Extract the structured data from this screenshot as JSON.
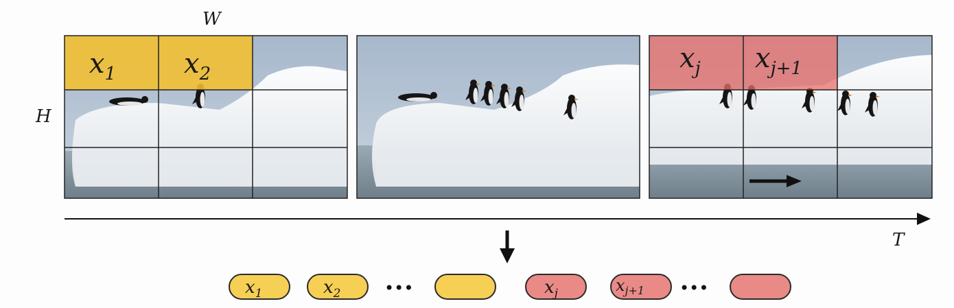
{
  "labels": {
    "width": "W",
    "height": "H",
    "time": "T"
  },
  "frames": [
    {
      "patches": [
        {
          "base": "x",
          "sub": "1"
        },
        {
          "base": "x",
          "sub": "2"
        }
      ]
    },
    {
      "patches": []
    },
    {
      "patches": [
        {
          "base": "x",
          "sub": "j"
        },
        {
          "base": "x",
          "sub": "j+1"
        }
      ]
    }
  ],
  "tokens": {
    "group1": [
      {
        "base": "x",
        "sub": "1"
      },
      {
        "base": "x",
        "sub": "2"
      },
      {
        "base": "",
        "sub": ""
      }
    ],
    "group2": [
      {
        "base": "x",
        "sub": "j"
      },
      {
        "base": "x",
        "sub": "j+1"
      },
      {
        "base": "",
        "sub": ""
      }
    ],
    "ellipsis": "•••"
  },
  "colors": {
    "yellow": "#f2c74b",
    "yellow_stroke": "#2a2a2a",
    "red": "#ea8a86",
    "red_stroke": "#2a2a2a",
    "sky": "#a8b9cc",
    "water": "#8e9eaa",
    "ice": "#f1f3f5",
    "grid": "#222222"
  },
  "icons": {
    "penguin": "penguin-icon",
    "motion_arrow": "arrow-right-icon",
    "down_arrow": "arrow-down-icon"
  }
}
